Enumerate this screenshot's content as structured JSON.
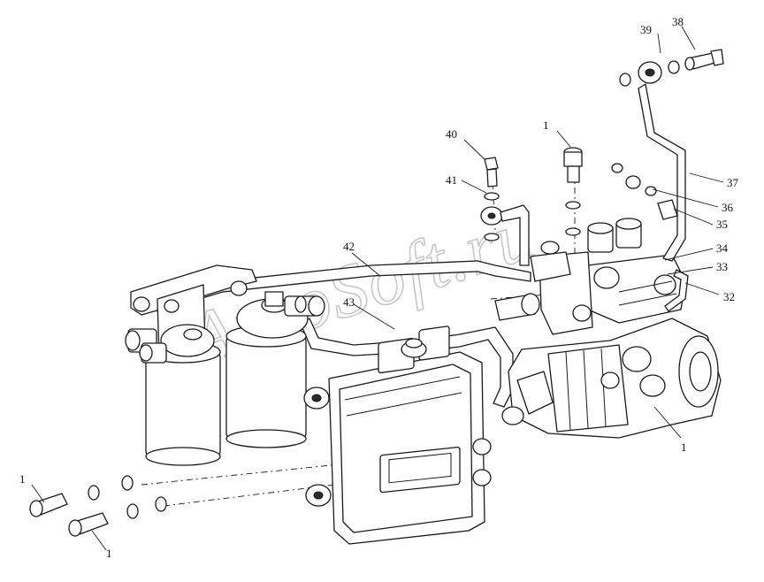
{
  "watermark": "AutoSoft.ru",
  "callouts": {
    "c1_top": "1",
    "c1_pump": "1",
    "c1_left_upper": "1",
    "c1_left_lower": "1",
    "c32": "32",
    "c33": "33",
    "c34": "34",
    "c35": "35",
    "c36": "36",
    "c37": "37",
    "c38": "38",
    "c39": "39",
    "c40": "40",
    "c41": "41",
    "c42": "42",
    "c43": "43"
  }
}
